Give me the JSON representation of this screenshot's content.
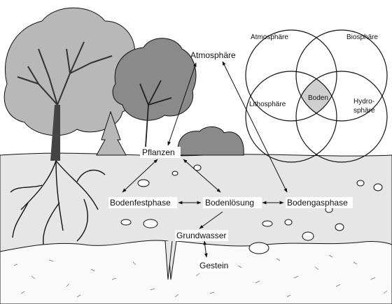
{
  "diagram": {
    "nodes": {
      "atmosphaere": "Atmosphäre",
      "pflanzen": "Pflanzen",
      "bodenfestphase": "Bodenfestphase",
      "bodenloesung": "Bodenlösung",
      "bodengasphase": "Bodengasphase",
      "grundwasser": "Grundwasser",
      "gestein": "Gestein"
    },
    "venn": {
      "atmosphaere": "Atmosphäre",
      "biosphaere": "Biosphäre",
      "lithosphaere": "Lithosphäre",
      "hydrosphaere_line1": "Hydro-",
      "hydrosphaere_line2": "sphäre",
      "center": "Boden"
    }
  },
  "colors": {
    "soil": "#e6e6e6",
    "bedrock": "#fafafa",
    "tree_dark": "#8a8a8a",
    "tree_light": "#b8b8b8",
    "venn_center": "#cfcfcf",
    "outline": "#111111"
  }
}
